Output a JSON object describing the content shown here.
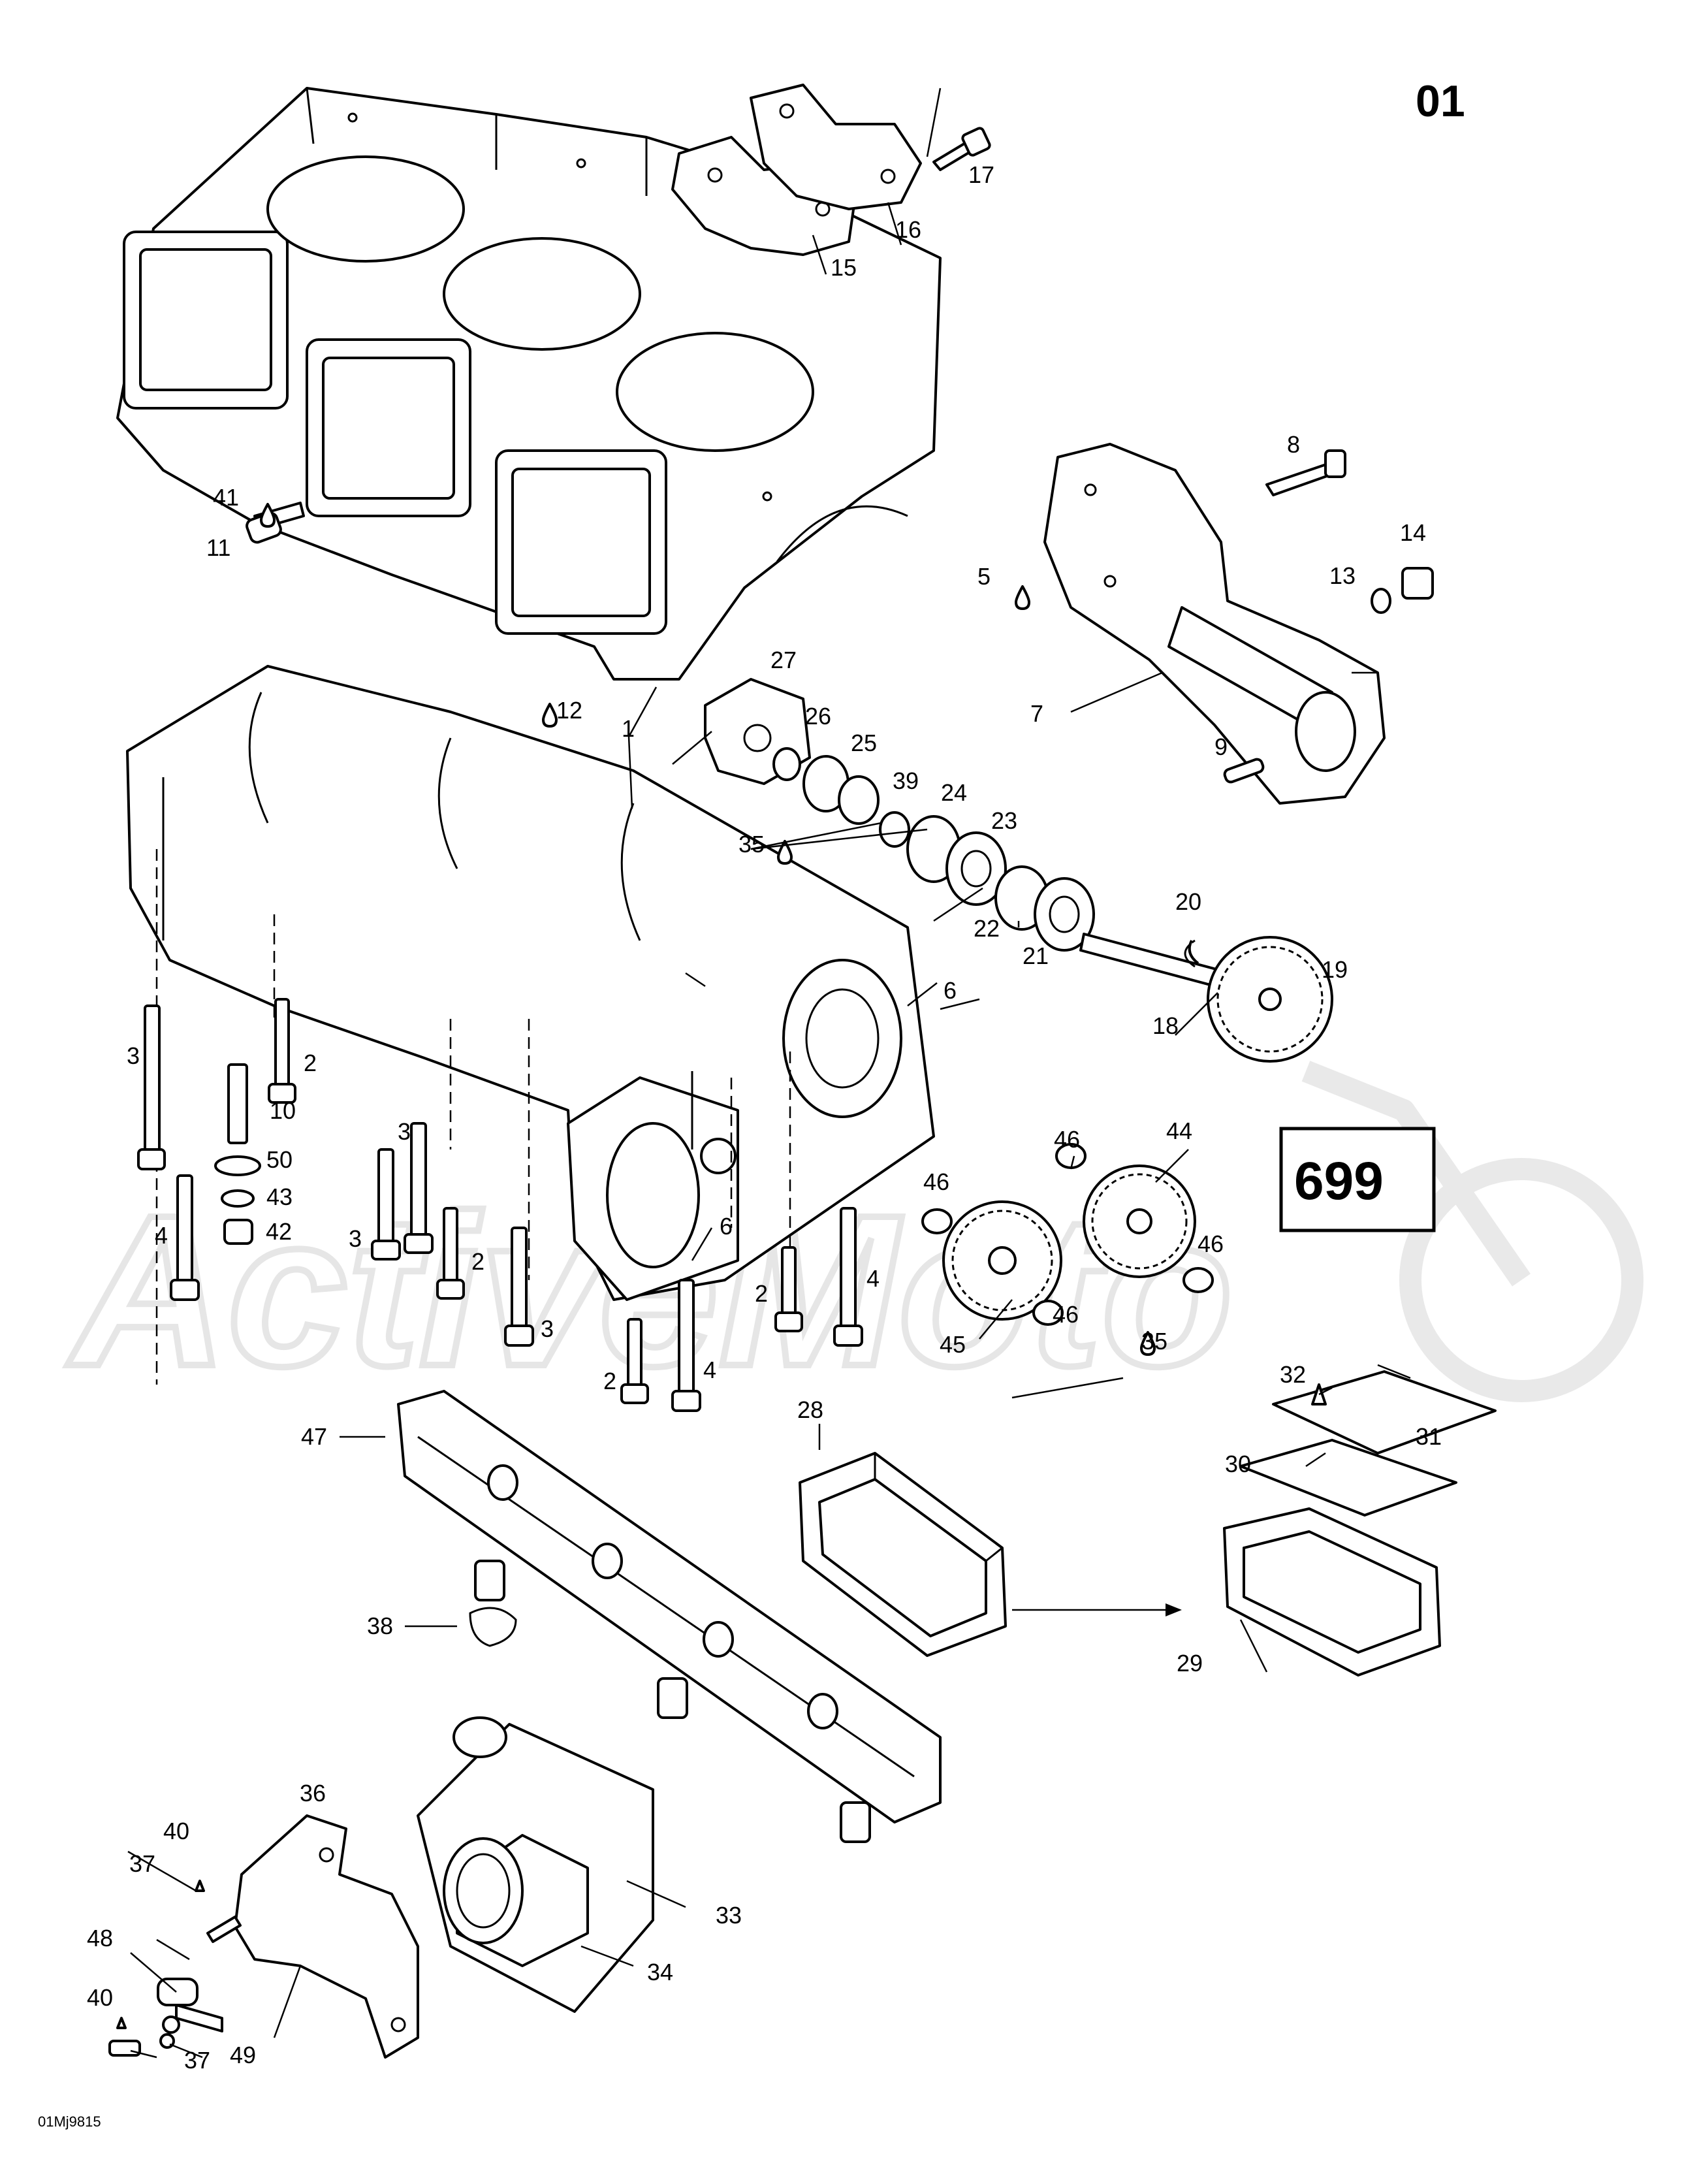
{
  "page_number": "01",
  "reference_box": "699",
  "image_code": "01Mj9815",
  "watermark_text": "ActiveMoto",
  "callouts": {
    "c1": "1",
    "c2a": "2",
    "c2b": "2",
    "c2c": "2",
    "c2d": "2",
    "c3a": "3",
    "c3b": "3",
    "c3c": "3",
    "c3d": "3",
    "c4a": "4",
    "c4b": "4",
    "c4c": "4",
    "c5": "5",
    "c6a": "6",
    "c6b": "6",
    "c7": "7",
    "c8": "8",
    "c9": "9",
    "c10": "10",
    "c11": "11",
    "c12": "12",
    "c13": "13",
    "c14": "14",
    "c15": "15",
    "c16": "16",
    "c17": "17",
    "c18": "18",
    "c19": "19",
    "c20": "20",
    "c21": "21",
    "c22": "22",
    "c23": "23",
    "c24": "24",
    "c25": "25",
    "c26": "26",
    "c27": "27",
    "c28": "28",
    "c29": "29",
    "c30": "30",
    "c31": "31",
    "c32": "32",
    "c33": "33",
    "c34": "34",
    "c35a": "35",
    "c35b": "35",
    "c36": "36",
    "c37a": "37",
    "c37b": "37",
    "c38": "38",
    "c39": "39",
    "c40a": "40",
    "c40b": "40",
    "c41": "41",
    "c42": "42",
    "c43": "43",
    "c44": "44",
    "c45": "45",
    "c46a": "46",
    "c46b": "46",
    "c46c": "46",
    "c46d": "46",
    "c47": "47",
    "c48": "48",
    "c49": "49",
    "c50": "50"
  }
}
